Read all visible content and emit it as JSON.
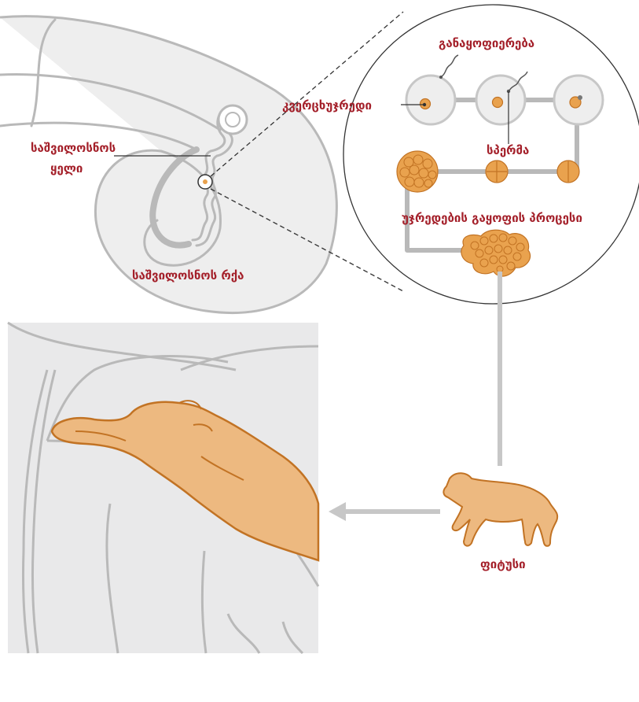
{
  "labels": {
    "fertilization": "განაყოფიერება",
    "egg_cell": "კვერცხუჯრედი",
    "sperm": "სპერმა",
    "oviduct_line1": "საშვილოსნოს",
    "oviduct_line2": "ყელი",
    "cell_division": "უჯრედების გაყოფის პროცესი",
    "uterine_horn": "საშვილოსნოს რქა",
    "fetus": "ფიტუსი"
  },
  "colors": {
    "label": "#a4202a",
    "accent_orange": "#e9a24e",
    "accent_orange_dark": "#c27324",
    "fetus_fill": "#edb980",
    "line_grey": "#b9b9b9",
    "panel_grey": "#e9e9ea"
  }
}
